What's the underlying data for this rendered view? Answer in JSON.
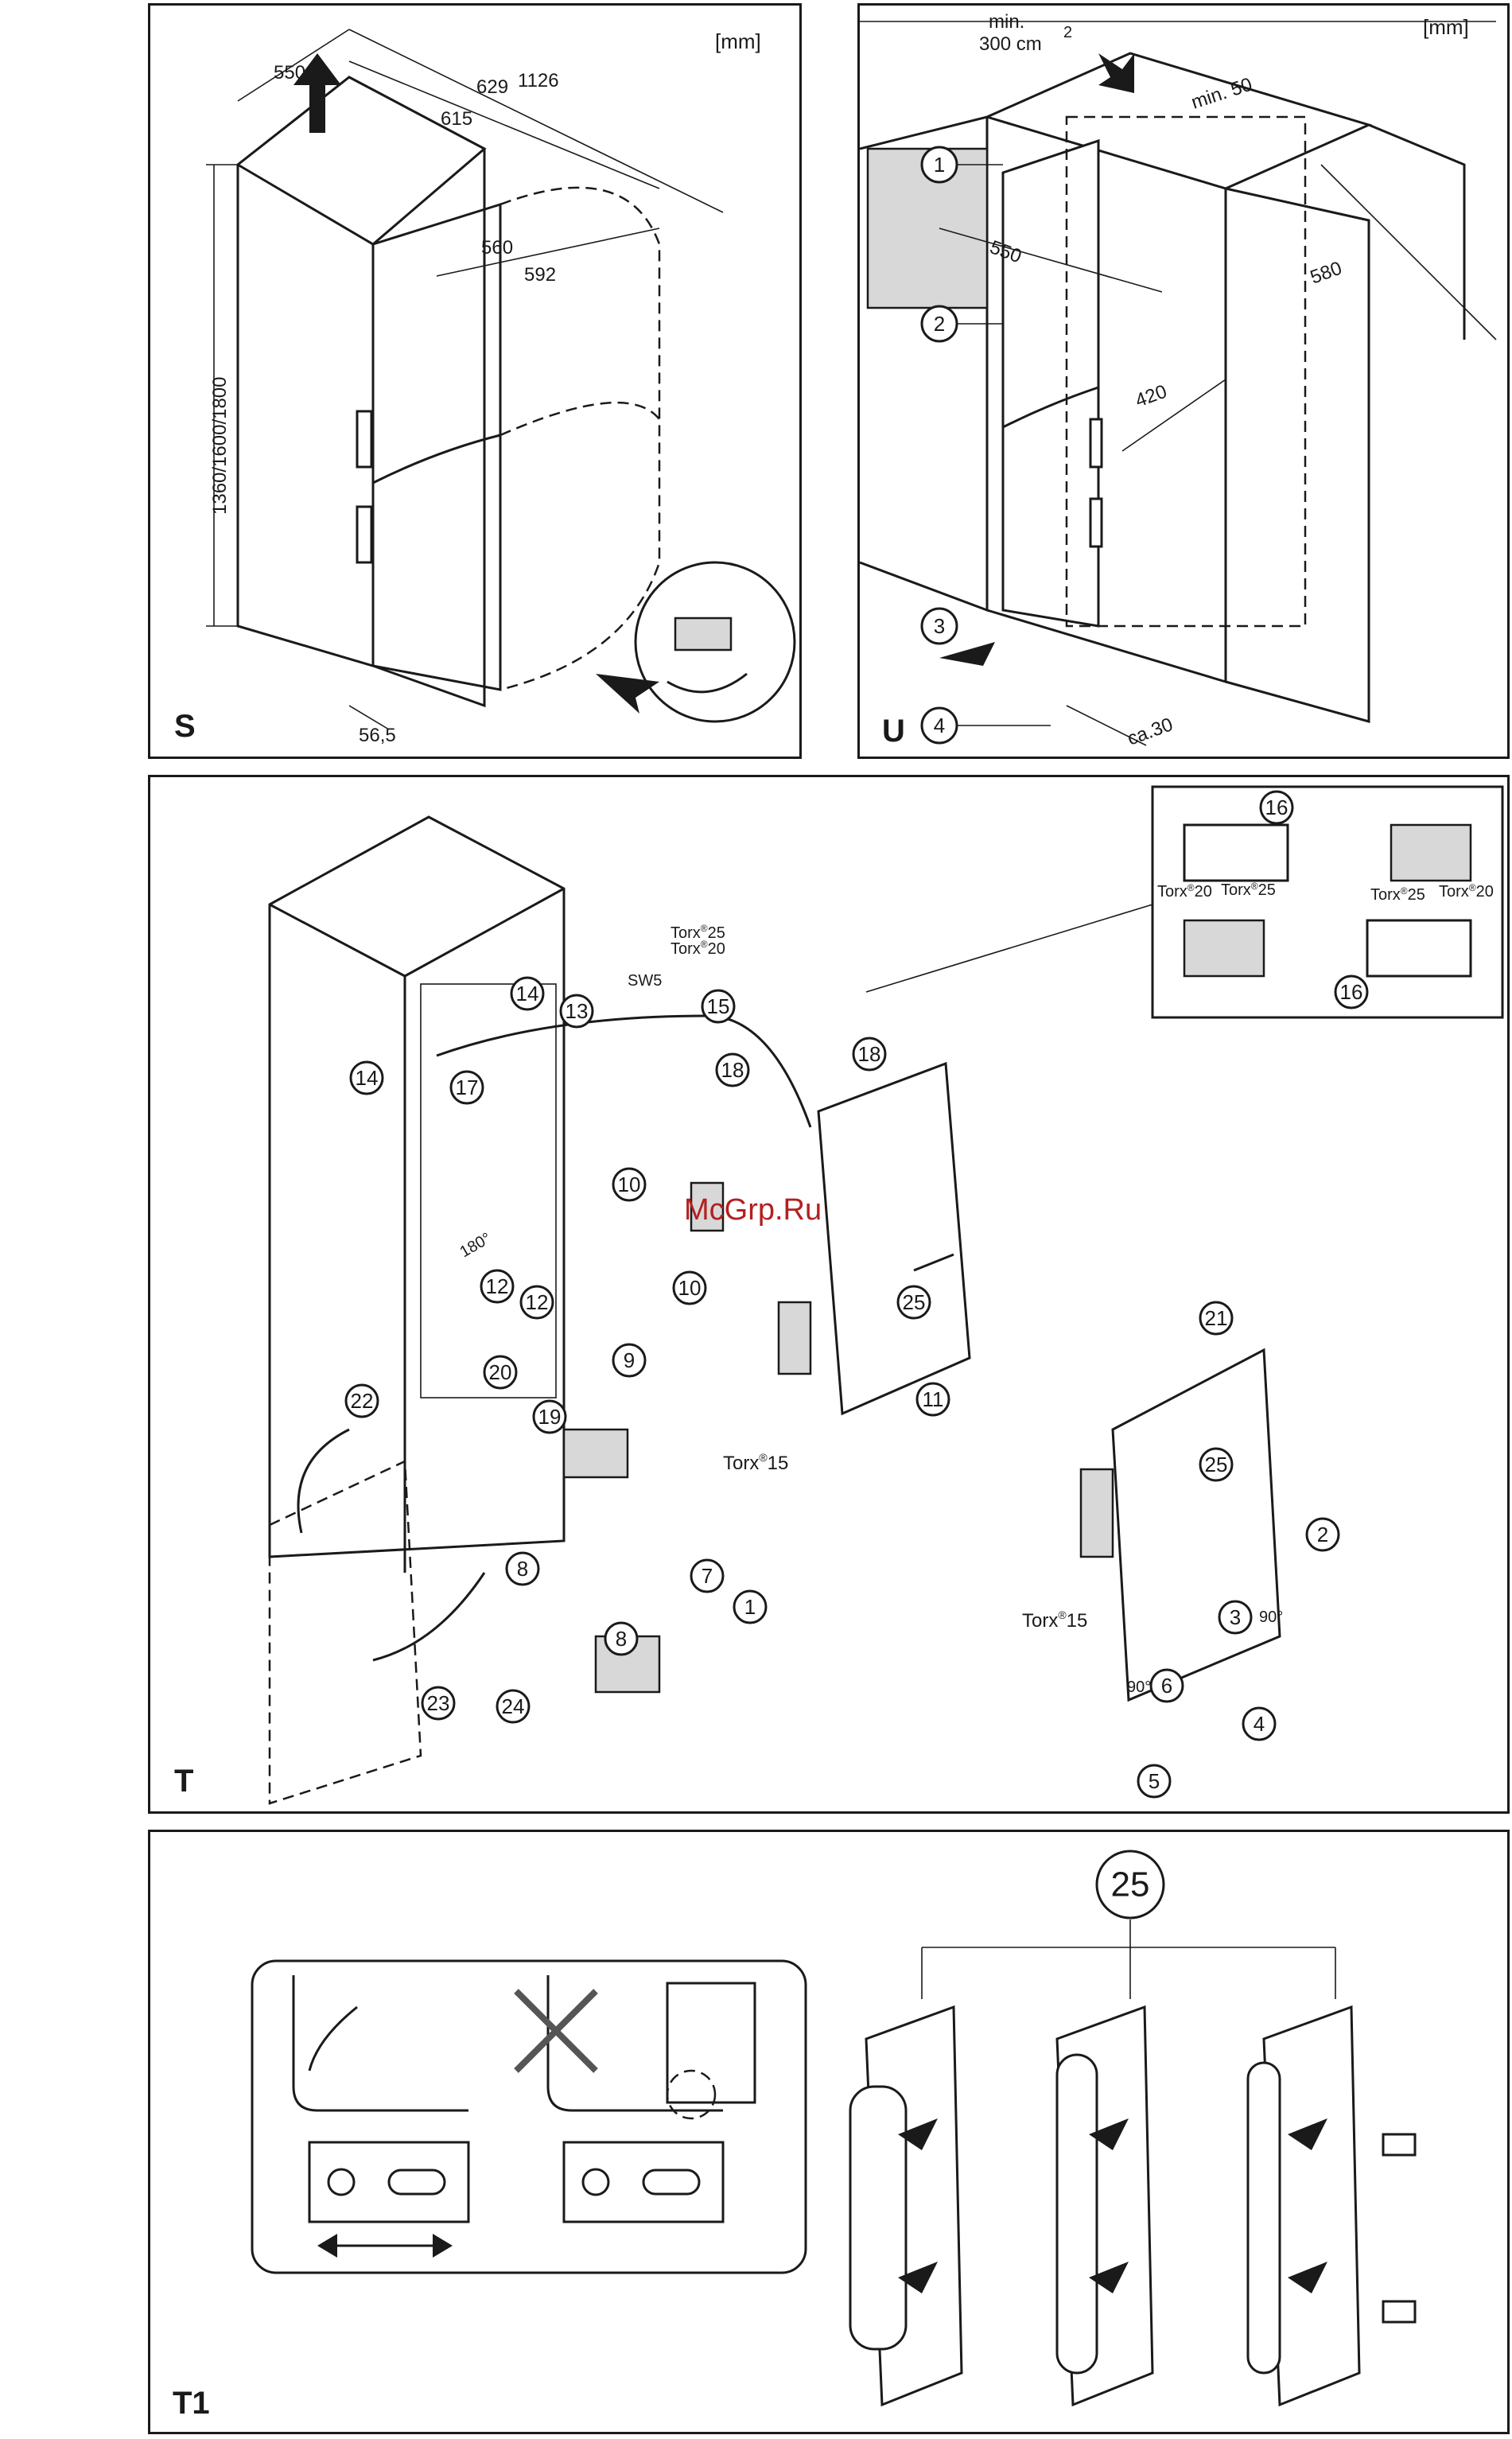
{
  "panels": {
    "s": {
      "label": "S",
      "unit": "[mm]",
      "dims": {
        "d550": "550",
        "d629": "629",
        "d1126": "1126",
        "d615": "615",
        "d560": "560",
        "d592": "592",
        "height": "1360/1600/1800",
        "d56_5": "56,5"
      }
    },
    "u": {
      "label": "U",
      "unit": "[mm]",
      "vent_line1": "min.",
      "vent_line2": "300 cm",
      "vent_sup": "2",
      "dims": {
        "min50": "min. 50",
        "d550": "550",
        "d580": "580",
        "d420": "420",
        "ca30": "ca.30"
      },
      "callouts": [
        "1",
        "2",
        "3",
        "4"
      ]
    },
    "t": {
      "label": "T",
      "callouts": {
        "c1": "1",
        "c2": "2",
        "c3": "3",
        "c4": "4",
        "c5": "5",
        "c6": "6",
        "c7": "7",
        "c8a": "8",
        "c8b": "8",
        "c9": "9",
        "c10a": "10",
        "c10b": "10",
        "c11": "11",
        "c12a": "12",
        "c12b": "12",
        "c13": "13",
        "c14a": "14",
        "c14b": "14",
        "c15": "15",
        "c16a": "16",
        "c16b": "16",
        "c17": "17",
        "c18a": "18",
        "c18b": "18",
        "c19": "19",
        "c20": "20",
        "c21": "21",
        "c22": "22",
        "c23": "23",
        "c24": "24",
        "c25a": "25",
        "c25b": "25"
      },
      "torx25": "Torx",
      "torx_sup": "®",
      "torx25_num": "25",
      "torx20_num": "20",
      "torx15a": "Torx",
      "torx15a_num": "15",
      "torx15b": "Torx",
      "torx15b_num": "15",
      "sw5": "SW5",
      "deg180": "180°",
      "deg90a": "90°",
      "deg90b": "90°",
      "inset": {
        "t20a": "Torx",
        "t20a_num": "20",
        "t25a": "Torx",
        "t25a_num": "25",
        "t25b": "Torx",
        "t25b_num": "25",
        "t20b": "Torx",
        "t20b_num": "20"
      }
    },
    "t1": {
      "label": "T1",
      "callout": "25"
    }
  },
  "watermark": "McGrp.Ru"
}
